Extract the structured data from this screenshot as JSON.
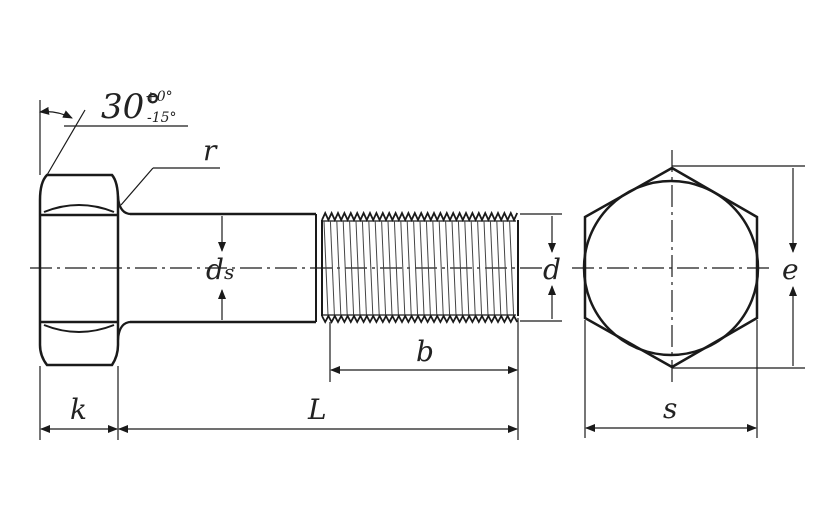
{
  "labels": {
    "angle": "30°",
    "angle_tol_upper": "+0°",
    "angle_tol_lower": "-15°",
    "radius": "r",
    "shank_diameter": "d",
    "shank_diameter_sub": "s",
    "thread_diameter": "d",
    "head_height": "k",
    "bolt_length": "L",
    "thread_length": "b",
    "width_across_flats": "s",
    "width_across_corners": "e"
  }
}
